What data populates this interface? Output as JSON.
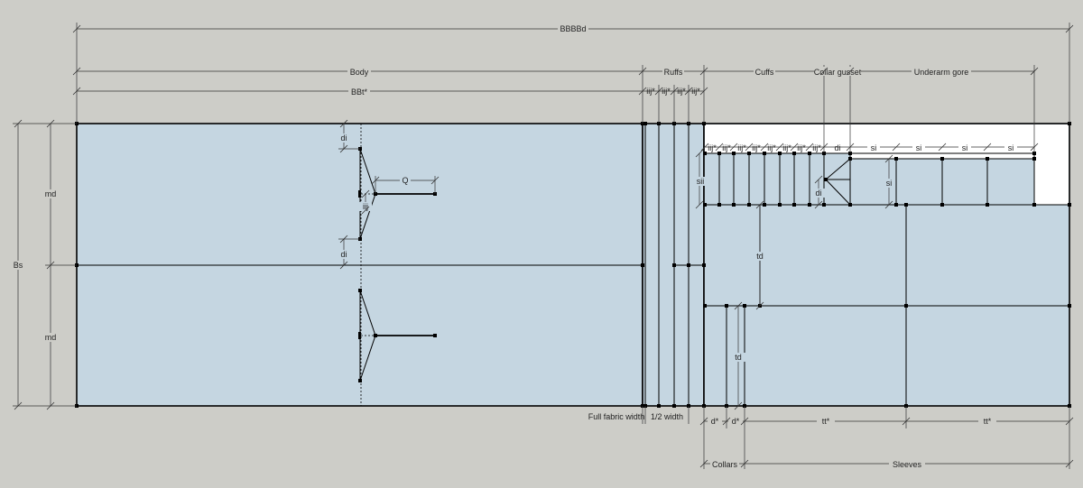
{
  "colors": {
    "background": "#cdcdc8",
    "fabric": "#c5d6e1",
    "blank": "#ffffff",
    "line": "#000000"
  },
  "dimensions": {
    "total": "BBBBd",
    "body": "Body",
    "body_sub": "BBt*",
    "ruffs": "Ruffs",
    "cuffs": "Cuffs",
    "collar_gusset": "Collar gusset",
    "underarm_gore": "Underarm gore",
    "strip": "iij*",
    "full_height": "Bs",
    "half_height": "md",
    "full_fabric_width": "Full fabric width",
    "half_width": "1/2 width",
    "collars": "Collars",
    "sleeves": "Sleeves",
    "collar_piece": "d*",
    "sleeve_piece": "tt*",
    "sleeve_depth": "td",
    "gusset": "di",
    "gore": "si",
    "cuff_height": "sii",
    "slit": "Q",
    "slit_offset": "iij"
  }
}
